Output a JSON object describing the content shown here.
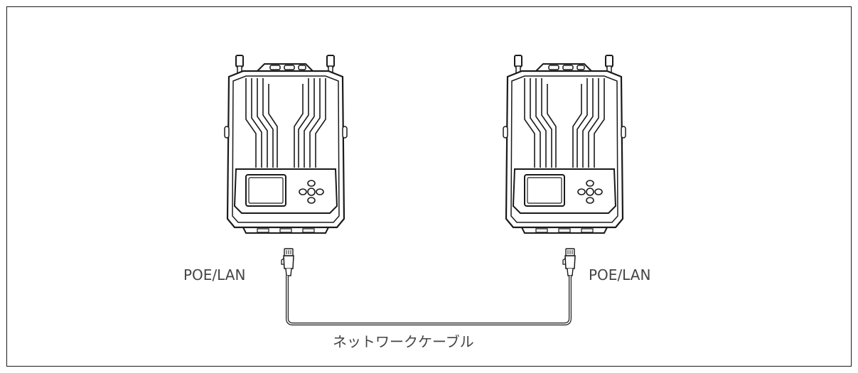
{
  "labels": {
    "left_port": "POE/LAN",
    "right_port": "POE/LAN",
    "cable": "ネットワークケーブル"
  },
  "icons": [
    "transmitter-device-icon",
    "receiver-device-icon",
    "rj45-plug-icon"
  ],
  "colors": {
    "line": "#1a1a1a",
    "label": "#444444",
    "background": "#ffffff"
  }
}
